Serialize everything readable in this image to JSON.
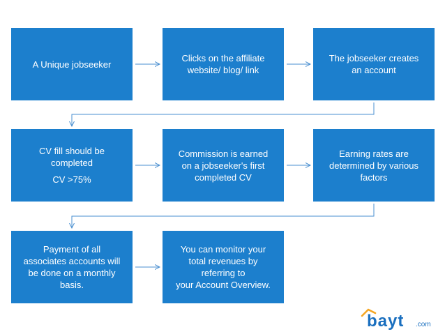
{
  "flow": {
    "step1": {
      "line1": "A Unique jobseeker"
    },
    "step2": {
      "line1": "Clicks on the affiliate",
      "line2": "website/ blog/ link"
    },
    "step3": {
      "line1": "The jobseeker creates",
      "line2": "an account"
    },
    "step4": {
      "line1": "CV fill should be",
      "line2": "completed",
      "line3": "CV >75%"
    },
    "step5": {
      "line1": "Commission is earned",
      "line2": "on a jobseeker's first",
      "line3": "completed CV"
    },
    "step6": {
      "line1": "Earning rates are",
      "line2": "determined by various",
      "line3": "factors"
    },
    "step7": {
      "line1": "Payment of all",
      "line2": "associates accounts will",
      "line3": "be done on a monthly",
      "line4": "basis."
    },
    "step8": {
      "line1": "You can monitor your",
      "line2": "total revenues by",
      "line3": "referring to",
      "line4": "your Account Overview."
    }
  },
  "logo": {
    "brand": "bayt",
    "suffix": ".com"
  },
  "colors": {
    "box": "#1c7fcd",
    "arrow": "#4a8fd0",
    "logo_blue": "#1a6fbf",
    "logo_orange": "#f5a623"
  }
}
